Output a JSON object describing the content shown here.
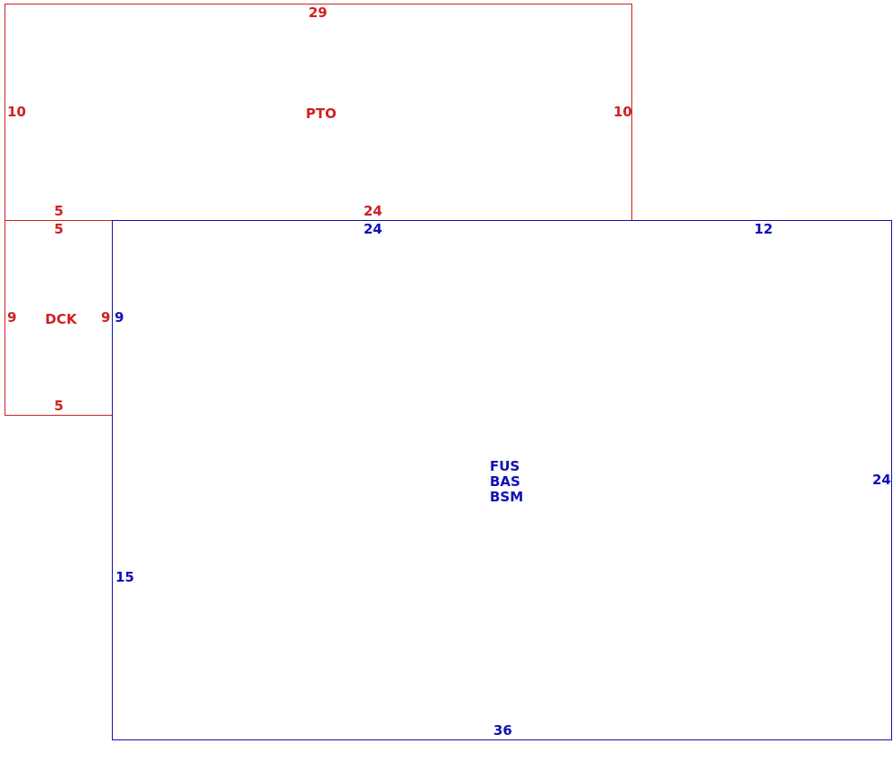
{
  "colors": {
    "attached_structure": "#d02020",
    "main_structure": "#1010b8"
  },
  "pto": {
    "code": "PTO",
    "dim_top": "29",
    "dim_left": "10",
    "dim_right": "10",
    "dim_bottom_left": "5",
    "dim_bottom_right": "24"
  },
  "dck": {
    "code": "DCK",
    "dim_top": "5",
    "dim_left": "9",
    "dim_right": "9",
    "dim_bottom": "5"
  },
  "main": {
    "codes": [
      "FUS",
      "BAS",
      "BSM"
    ],
    "dim_top_left": "24",
    "dim_top_right": "12",
    "dim_left_upper": "9",
    "dim_left_lower": "15",
    "dim_right": "24",
    "dim_bottom": "36"
  }
}
